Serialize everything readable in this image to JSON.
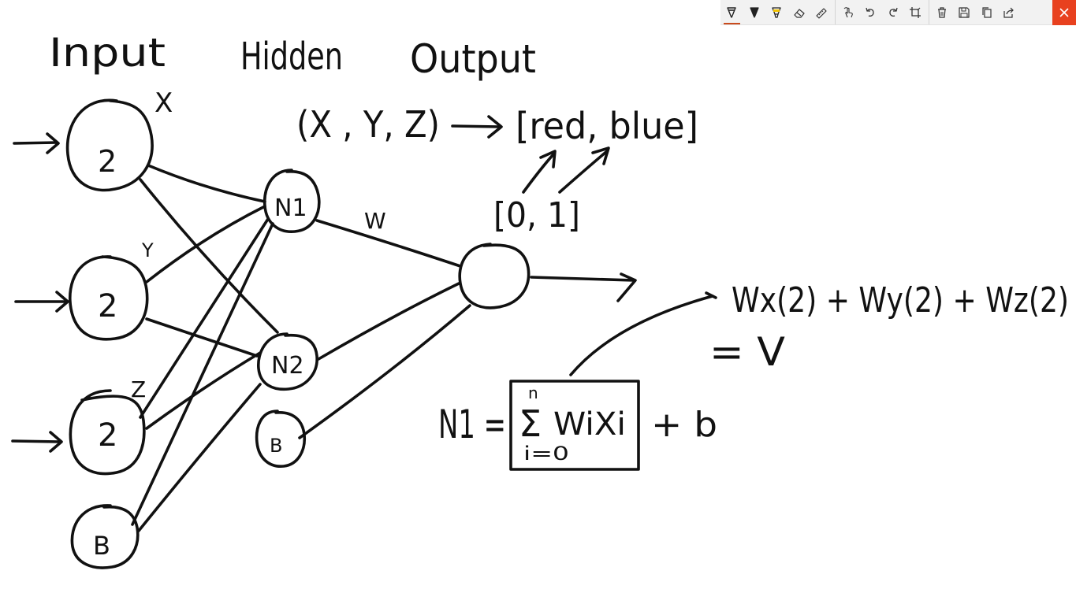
{
  "toolbar": {
    "tools": [
      {
        "icon": "ballpoint-pen-icon",
        "active": true
      },
      {
        "icon": "pencil-icon",
        "active": false
      },
      {
        "icon": "highlighter-icon",
        "active": false
      },
      {
        "icon": "eraser-icon",
        "active": false
      },
      {
        "icon": "ruler-icon",
        "active": false
      }
    ],
    "actions": [
      {
        "icon": "touch-writing-icon"
      },
      {
        "icon": "undo-icon"
      },
      {
        "icon": "redo-icon"
      },
      {
        "icon": "crop-icon"
      }
    ],
    "file_actions": [
      {
        "icon": "delete-icon"
      },
      {
        "icon": "save-icon"
      },
      {
        "icon": "copy-icon"
      },
      {
        "icon": "share-icon"
      }
    ],
    "close_icon": "close-icon",
    "colors": {
      "active_underline": "#c94a1c",
      "close_bg": "#e8411f",
      "highlighter": "#f2c200"
    }
  },
  "sketch": {
    "headings": {
      "input": "Input",
      "hidden": "Hidden",
      "output": "Output"
    },
    "input_nodes": [
      "2",
      "2",
      "2",
      "B"
    ],
    "input_labels": [
      "X",
      "Y",
      "Z"
    ],
    "hidden_nodes": [
      "N1",
      "N2",
      "B"
    ],
    "weight_label": "W",
    "mapping": {
      "tuple": "(X , Y, Z)",
      "classes": "[red, blue]",
      "range": "[0, 1]"
    },
    "weighted_sum": {
      "line1": "Wx(2) + Wy(2) + Wz(2)",
      "line2": "= V"
    },
    "neuron_formula": {
      "lhs": "N1 =",
      "sum_top": "n",
      "sum_symbol": "Σ",
      "sum_term": "WiXi",
      "sum_bottom": "i=0",
      "rhs": "+ b"
    }
  }
}
